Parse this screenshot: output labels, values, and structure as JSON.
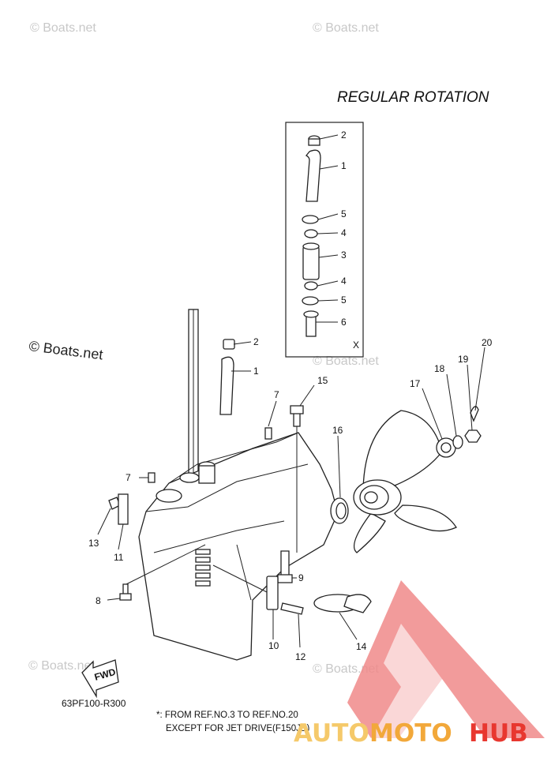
{
  "title": "REGULAR ROTATION",
  "watermarks": {
    "small": "© Boats.net",
    "large": "© Boats.net"
  },
  "inset_marker": "X",
  "diagram_code": "63PF100-R300",
  "fwd_label": "FWD",
  "footnote": {
    "line1": "*: FROM REF.NO.3 TO REF.NO.20",
    "line2": "EXCEPT FOR JET DRIVE(F150JB)"
  },
  "callouts": {
    "inset": [
      "2",
      "1",
      "5",
      "4",
      "3",
      "4",
      "5",
      "6"
    ],
    "main": [
      "2",
      "1",
      "7",
      "15",
      "16",
      "17",
      "18",
      "19",
      "20",
      "7",
      "13",
      "11",
      "8",
      "9",
      "10",
      "12",
      "14"
    ]
  },
  "brand": {
    "part1": "AUTO",
    "part2": "MOTO",
    "part3": "HUB",
    "colors": {
      "light": "#f5c96a",
      "orange": "#f2a83a",
      "red": "#e8372f",
      "logo": "#f08a8a"
    }
  }
}
